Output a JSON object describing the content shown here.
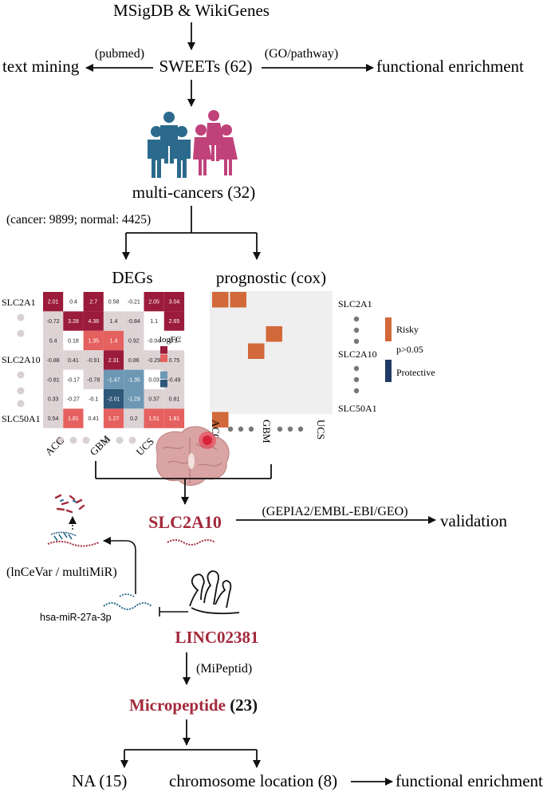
{
  "nodes": {
    "source": "MSigDB & WikiGenes",
    "sweets": "SWEETs (62)",
    "text_mining": "text mining",
    "pubmed": "(pubmed)",
    "go_pathway": "(GO/pathway)",
    "functional_enrichment_top": "functional enrichment",
    "multi_cancers": "multi-cancers (32)",
    "cancer_normal": "(cancer: 9899; normal: 4425)",
    "degs_title": "DEGs",
    "prognostic_title": "prognostic (cox)",
    "slc2a10": "SLC2A10",
    "validation_sources": "(GEPIA2/EMBL-EBI/GEO)",
    "validation": "validation",
    "lncevar": "(lnCeVar / multiMiR)",
    "mirna": "hsa-miR-27a-3p",
    "linc": "LINC02381",
    "mipeptid": "(MiPeptid)",
    "micropeptide_label": "Micropeptide",
    "micropeptide_count": "(23)",
    "na": "NA (15)",
    "chromosome": "chromosome location (8)",
    "functional_enrichment_bottom": "functional enrichment"
  },
  "heatmap": {
    "row_labels": [
      "SLC2A1",
      "SLC2A10",
      "SLC50A1"
    ],
    "col_labels": [
      "ACC",
      "GBM",
      "UCS"
    ],
    "legend_title": "logFC",
    "colors": {
      "strong_pos": "#9b1b3b",
      "pos": "#e5615f",
      "neutral": "#ddd3d5",
      "neg": "#6d98b4",
      "strong_neg": "#2e5778",
      "empty": "#ffffff"
    },
    "cells": [
      [
        [
          "strong_pos",
          "2.01"
        ],
        [
          "empty",
          "0.4"
        ],
        [
          "strong_pos",
          "2.7"
        ],
        [
          "empty",
          "0.58"
        ],
        [
          "empty",
          "-0.21"
        ],
        [
          "strong_pos",
          "2.05"
        ],
        [
          "strong_pos",
          "3.04"
        ]
      ],
      [
        [
          "neutral",
          "-0.72"
        ],
        [
          "strong_pos",
          "3.28"
        ],
        [
          "strong_pos",
          "4.38"
        ],
        [
          "neutral",
          "1.4"
        ],
        [
          "neutral",
          "-0.84"
        ],
        [
          "empty",
          "1.1"
        ],
        [
          "strong_pos",
          "2.65"
        ]
      ],
      [
        [
          "neutral",
          "0.4"
        ],
        [
          "empty",
          "0.18"
        ],
        [
          "pos",
          "1.35"
        ],
        [
          "pos",
          "1.4"
        ],
        [
          "neutral",
          "0.92"
        ],
        [
          "empty",
          "-0.04"
        ],
        [
          "empty",
          "-0.17"
        ]
      ],
      [
        [
          "neutral",
          "-0.88"
        ],
        [
          "neutral",
          "0.41"
        ],
        [
          "neutral",
          "-0.91"
        ],
        [
          "strong_pos",
          "2.31"
        ],
        [
          "neutral",
          "0.86"
        ],
        [
          "neutral",
          "-0.29"
        ],
        [
          "neutral",
          "0.75"
        ]
      ],
      [
        [
          "neutral",
          "-0.81"
        ],
        [
          "empty",
          "-0.17"
        ],
        [
          "neutral",
          "-0.78"
        ],
        [
          "neg",
          "-1.47"
        ],
        [
          "neg",
          "-1.35"
        ],
        [
          "empty",
          "0.03"
        ],
        [
          "neutral",
          "-0.49"
        ]
      ],
      [
        [
          "neutral",
          "0.33"
        ],
        [
          "empty",
          "-0.27"
        ],
        [
          "empty",
          "-0.1"
        ],
        [
          "strong_neg",
          "-2.01"
        ],
        [
          "neg",
          "-1.29"
        ],
        [
          "neutral",
          "0.37"
        ],
        [
          "neutral",
          "0.81"
        ]
      ],
      [
        [
          "neutral",
          "0.54"
        ],
        [
          "pos",
          "1.81"
        ],
        [
          "empty",
          "0.41"
        ],
        [
          "pos",
          "1.27"
        ],
        [
          "neutral",
          "0.2"
        ],
        [
          "pos",
          "1.51"
        ],
        [
          "pos",
          "1.81"
        ]
      ]
    ]
  },
  "prognostic": {
    "row_labels": [
      "SLC2A1",
      "SLC2A10",
      "SLC50A1"
    ],
    "col_labels": [
      "ACC",
      "GBM",
      "UCS"
    ],
    "colors": {
      "risky": "#d2693a",
      "neutral": "#efefef",
      "protective": "#1f3a66"
    },
    "legend": {
      "risky": "Risky",
      "neutral": "p>0.05",
      "protective": "Protective"
    },
    "risky_cells": [
      [
        0,
        0
      ],
      [
        0,
        1
      ],
      [
        2,
        3
      ],
      [
        3,
        2
      ],
      [
        7,
        0
      ]
    ]
  },
  "colors": {
    "accent": "#a3293b",
    "male": "#2b6a8c",
    "female": "#c0427a",
    "dot": "#777777",
    "dot_light": "#d9d0d2"
  }
}
